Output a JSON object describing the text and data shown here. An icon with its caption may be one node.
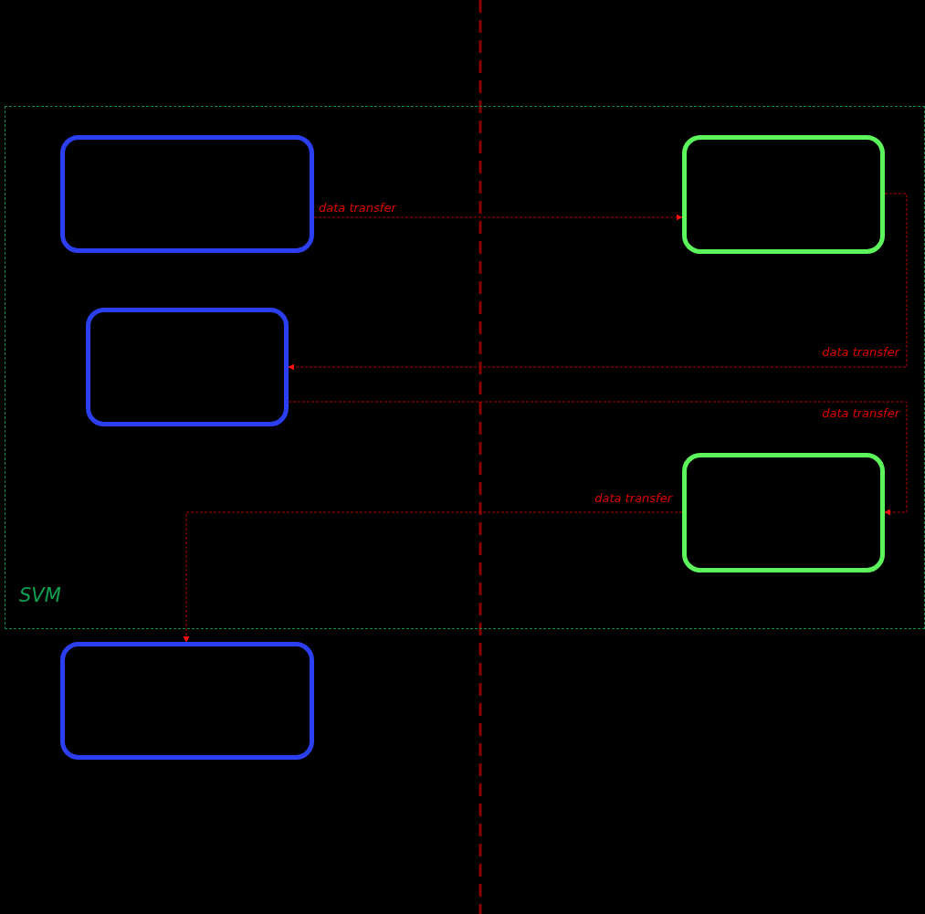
{
  "diagram": {
    "nodes": [
      {
        "text": [
          "SVM"
        ]
      },
      {
        "text": [],
        "shape": "box",
        "in": 0
      },
      {
        "text": [],
        "shape": "box",
        "in": 0
      },
      {
        "text": [],
        "shape": "box",
        "in": 0
      },
      {
        "text": [],
        "shape": "box",
        "in": 0
      },
      {
        "text": [],
        "shape": "box"
      }
    ],
    "edges": [
      {
        "from": 1,
        "to": 2,
        "arrow": "to",
        "label": "data transfer",
        "style": "dashed"
      },
      {
        "from": 2,
        "to": 3,
        "arrow": "to",
        "label": "data transfer",
        "style": "dashed"
      },
      {
        "from": 3,
        "to": 4,
        "arrow": "to",
        "label": "data transfer",
        "style": "dashed"
      },
      {
        "from": 4,
        "to": 5,
        "arrow": "to",
        "label": "data transfer",
        "style": "dashed"
      }
    ]
  }
}
